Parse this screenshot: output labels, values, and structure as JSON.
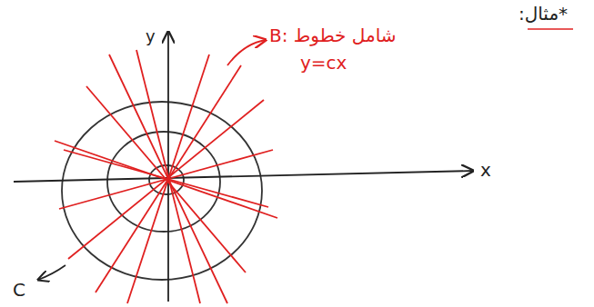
{
  "diagram": {
    "labels": [
      "*مثال:",
      "B: شامل خطوط",
      "y=cx",
      "y",
      "x",
      "C"
    ]
  }
}
